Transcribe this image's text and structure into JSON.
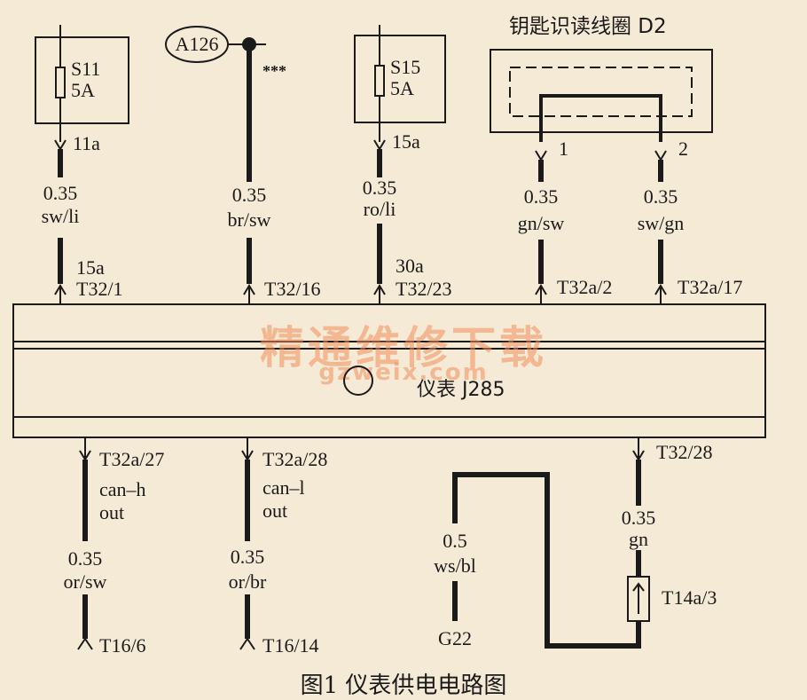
{
  "diagram": {
    "caption": "图1 仪表供电电路图",
    "watermark": {
      "line1": "精通维修下载",
      "line2": "gzweix.com"
    },
    "module": {
      "name": "仪表 J285",
      "icon": "gauge-icon"
    },
    "connector_a126": "A126",
    "a126_note": "***",
    "fuses": [
      {
        "name": "S11",
        "rating": "5A",
        "terminal": "11a"
      },
      {
        "name": "S15",
        "rating": "5A",
        "terminal": "15a"
      }
    ],
    "key_coil": {
      "title": "钥匙识读线圈 D2",
      "pin1": "1",
      "pin2": "2"
    },
    "top_wires": [
      {
        "size": "0.35",
        "color": "sw/li",
        "term_label": "15a",
        "pin": "T32/1"
      },
      {
        "size": "0.35",
        "color": "br/sw",
        "pin": "T32/16"
      },
      {
        "size": "0.35",
        "color": "ro/li",
        "term_label": "30a",
        "pin": "T32/23"
      },
      {
        "size": "0.35",
        "color": "gn/sw",
        "pin": "T32a/2"
      },
      {
        "size": "0.35",
        "color": "sw/gn",
        "pin": "T32a/17"
      }
    ],
    "bottom_wires": [
      {
        "pin": "T32a/27",
        "signal1": "can–h",
        "signal2": "out",
        "size": "0.35",
        "color": "or/sw",
        "end": "T16/6"
      },
      {
        "pin": "T32a/28",
        "signal1": "can–l",
        "signal2": "out",
        "size": "0.35",
        "color": "or/br",
        "end": "T16/14"
      },
      {
        "size": "0.5",
        "color": "ws/bl",
        "end": "G22"
      },
      {
        "pin": "T32/28",
        "size": "0.35",
        "color": "gn",
        "connector": "T14a/3"
      }
    ]
  }
}
